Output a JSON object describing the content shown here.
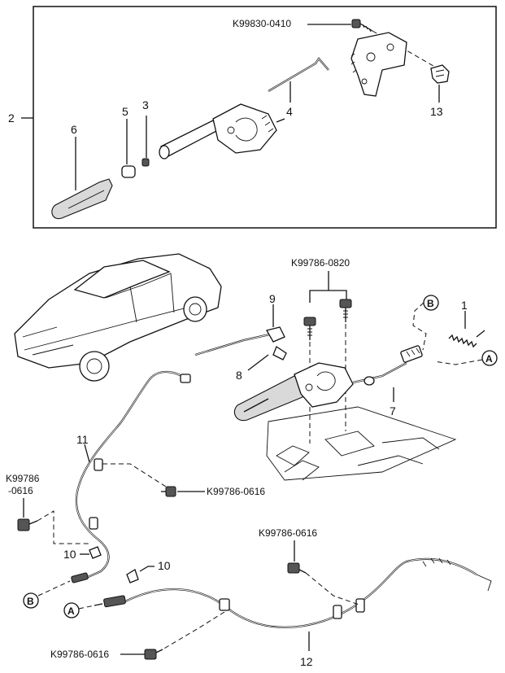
{
  "diagram": {
    "part_numbers": {
      "top_bolt": "K99830-0410",
      "bracket_bolts": "K99786-0820",
      "bolt_right_11": "K99786-0616",
      "bolt_left_line1": "K99786",
      "bolt_left_line2": "-0616",
      "bolt_12_upper": "K99786-0616",
      "bolt_12_lower": "K99786-0616"
    },
    "callouts": {
      "n1": "1",
      "n2": "2",
      "n3": "3",
      "n4": "4",
      "n5": "5",
      "n6": "6",
      "n7": "7",
      "n8": "8",
      "n9": "9",
      "n10a": "10",
      "n10b": "10",
      "n11": "11",
      "n12": "12",
      "n13": "13"
    },
    "connectors": {
      "A_right": "A",
      "B_right": "B",
      "A_left": "A",
      "B_left": "B"
    }
  }
}
